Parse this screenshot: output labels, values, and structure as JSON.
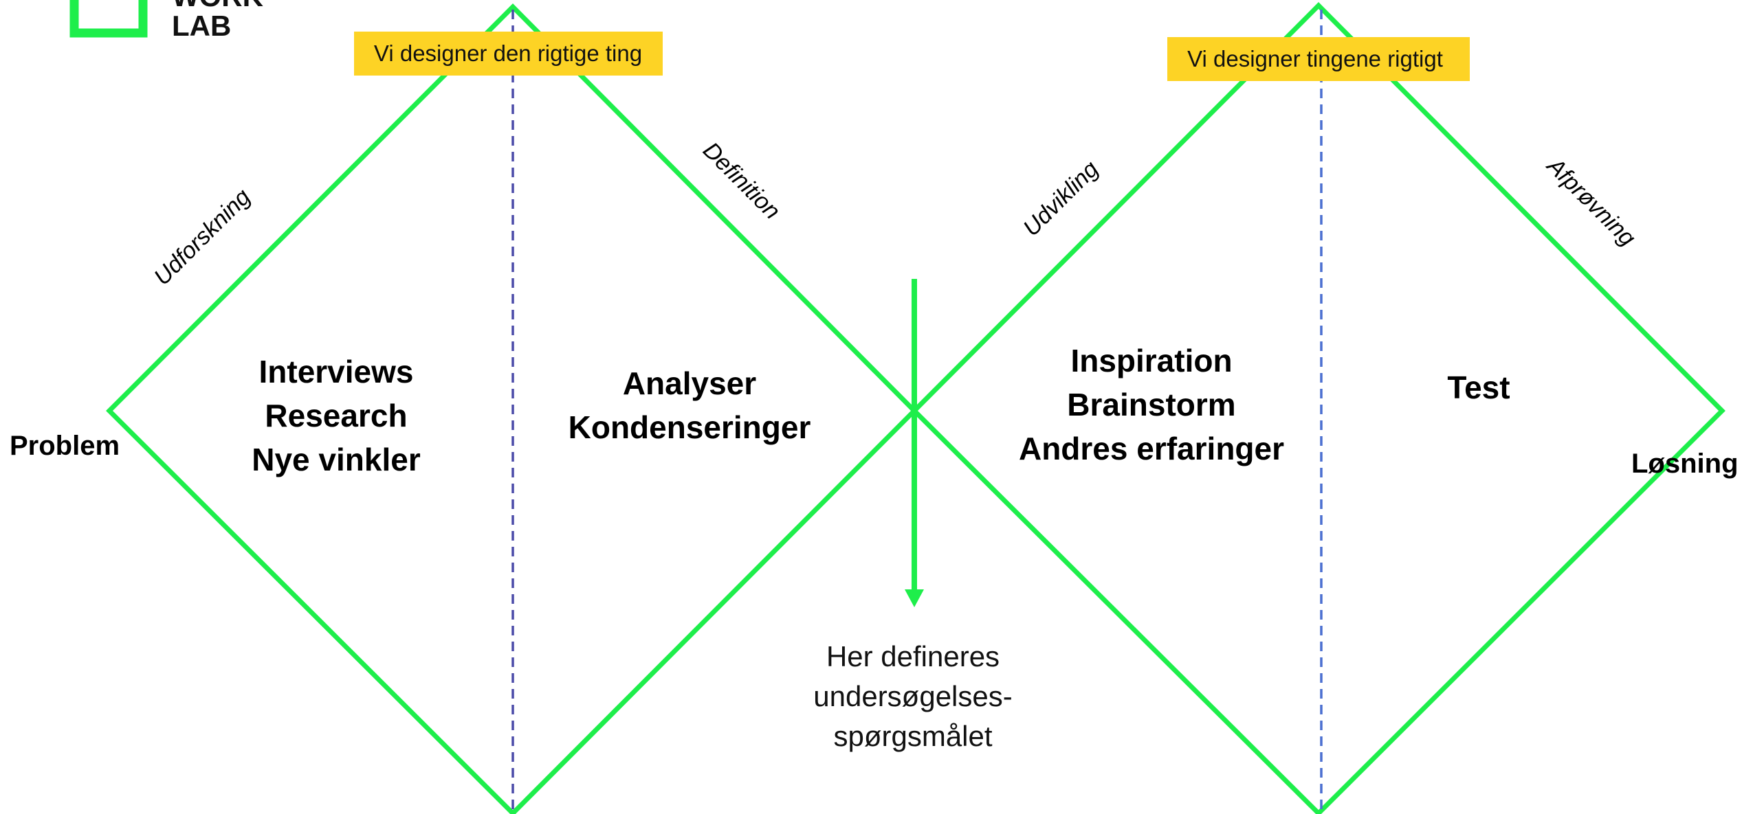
{
  "logo": {
    "lines": [
      "WORK",
      "LAB"
    ],
    "color": "#1eee4b"
  },
  "colors": {
    "diamond": "#1eee4b",
    "divider_left": "#4a4aa8",
    "divider_right": "#4a6fd0",
    "banner": "#fdd325",
    "arrow": "#1eee4b"
  },
  "banners": {
    "left": "Vi designer den rigtige ting",
    "right": "Vi designer tingene rigtigt"
  },
  "phases": {
    "discover": "Udforskning",
    "define": "Definition",
    "develop": "Udvikling",
    "deliver": "Afprøvning"
  },
  "content": {
    "discover": [
      "Interviews",
      "Research",
      "Nye vinkler"
    ],
    "define": [
      "Analyser",
      "Kondenseringer"
    ],
    "develop": [
      "Inspiration",
      "Brainstorm",
      "Andres erfaringer"
    ],
    "deliver": [
      "Test"
    ]
  },
  "endpoints": {
    "start": "Problem",
    "end": "Løsning"
  },
  "note": [
    "Her defineres",
    "undersøgelses-",
    "spørgsmålet"
  ]
}
